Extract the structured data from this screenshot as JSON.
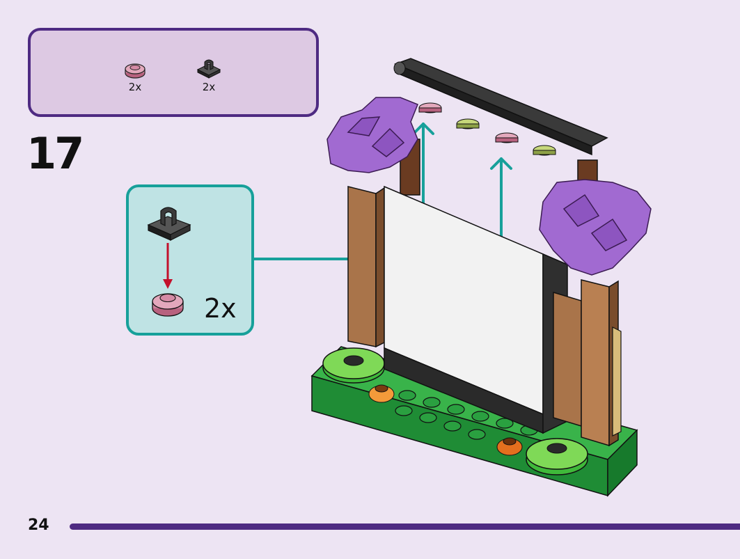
{
  "parts_list": {
    "items": [
      {
        "icon": "pink-round-plate-icon",
        "quantity": "2x",
        "color": "#c9809a"
      },
      {
        "icon": "black-clip-plate-icon",
        "quantity": "2x",
        "color": "#2b2b2b"
      }
    ]
  },
  "step": {
    "number": "17"
  },
  "callout": {
    "quantity": "2x"
  },
  "page": {
    "number": "24"
  },
  "colors": {
    "background": "#ede4f3",
    "accent_purple": "#4e2a82",
    "callout_teal": "#17a09a",
    "callout_fill": "#bfe3e4",
    "arrow_red": "#c3102b"
  }
}
